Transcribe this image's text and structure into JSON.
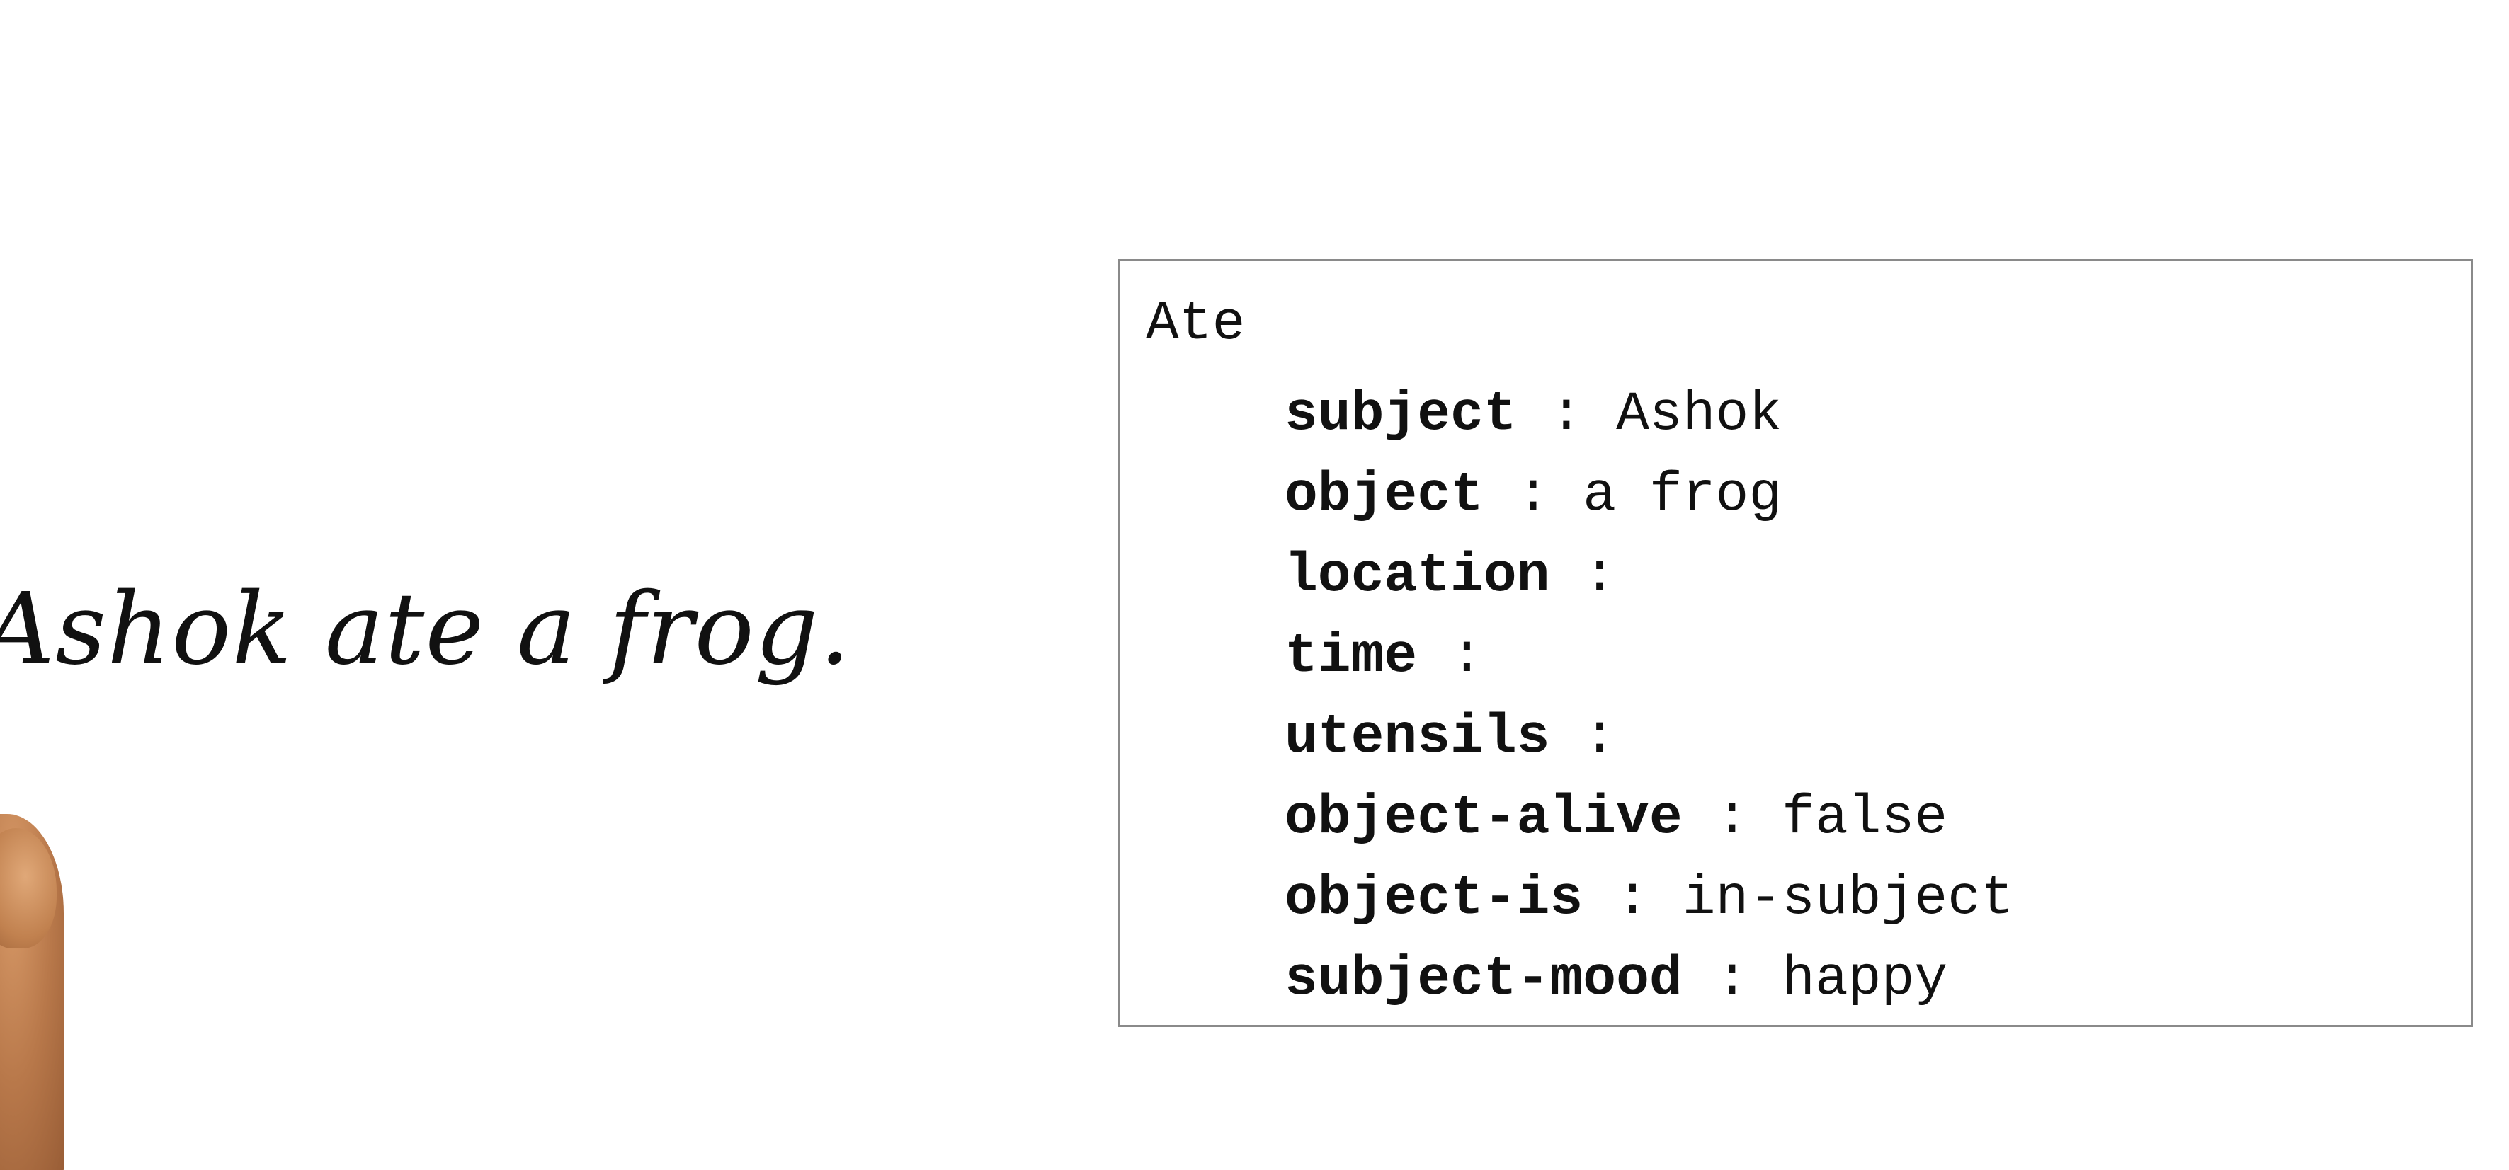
{
  "sentence": "Ashok ate a frog.",
  "frame": {
    "title": "Ate",
    "separator": " : ",
    "slots": [
      {
        "name": "subject",
        "value": "Ashok"
      },
      {
        "name": "object",
        "value": "a frog"
      },
      {
        "name": "location",
        "value": ""
      },
      {
        "name": "time",
        "value": ""
      },
      {
        "name": "utensils",
        "value": ""
      },
      {
        "name": "object-alive",
        "value": "false"
      },
      {
        "name": "object-is",
        "value": "in-subject"
      },
      {
        "name": "subject-mood",
        "value": "happy"
      }
    ]
  },
  "colors": {
    "background": "#ffffff",
    "text": "#111111",
    "box_border": "#8a8a8a",
    "hand": "#b8784a"
  }
}
